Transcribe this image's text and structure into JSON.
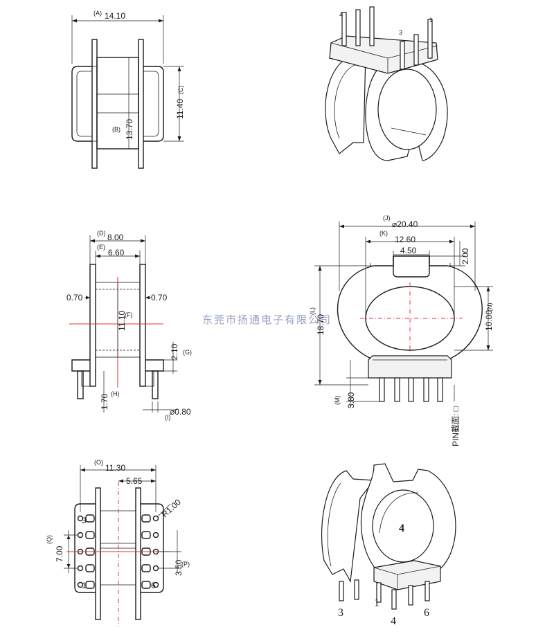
{
  "watermark": "东莞市扬通电子有限公司",
  "view1": {
    "label_a": "(A)",
    "dim_a": "14.10",
    "label_b": "(B)",
    "dim_b": "13.70",
    "label_c": "(C)",
    "dim_c": "11.40"
  },
  "view2": {
    "label_d": "(D)",
    "dim_d": "8.00",
    "label_e": "(E)",
    "dim_e": "6.60",
    "dim_left": "0.70",
    "dim_right": "0.70",
    "label_f": "(F)",
    "dim_f": "11.10",
    "label_g": "(G)",
    "dim_g": "2.10",
    "label_h": "(H)",
    "dim_h": "1.70",
    "label_i": "(I)",
    "dim_i": "⌀0.80"
  },
  "view3": {
    "label_j": "(J)",
    "dim_j": "⌀20.40",
    "label_k": "(K)",
    "dim_k": "12.60",
    "dim_slot": "4.50",
    "dim_top": "2.00",
    "label_l": "(L)",
    "dim_l": "18.70",
    "label_n": "(N)",
    "dim_n": "10.00",
    "label_m": "(M)",
    "dim_m": "3.80",
    "pin_note": "PIN截面: □"
  },
  "view4": {
    "label_o": "(O)",
    "dim_o": "11.30",
    "dim_half": "5.65",
    "dim_r": "R1.00",
    "label_q": "(Q)",
    "dim_q": "7.00",
    "label_p": "(P)",
    "dim_p": "3.50",
    "pin_3": "3",
    "pin_1": "1",
    "pin_6": "6"
  },
  "iso_top": {
    "pin_4": "4",
    "pin_3": "3",
    "pin_1": "1"
  },
  "iso_bottom": {
    "pin_center": "4",
    "pin_3": "3",
    "pin_1": "1",
    "pin_4": "4",
    "pin_6": "6"
  }
}
